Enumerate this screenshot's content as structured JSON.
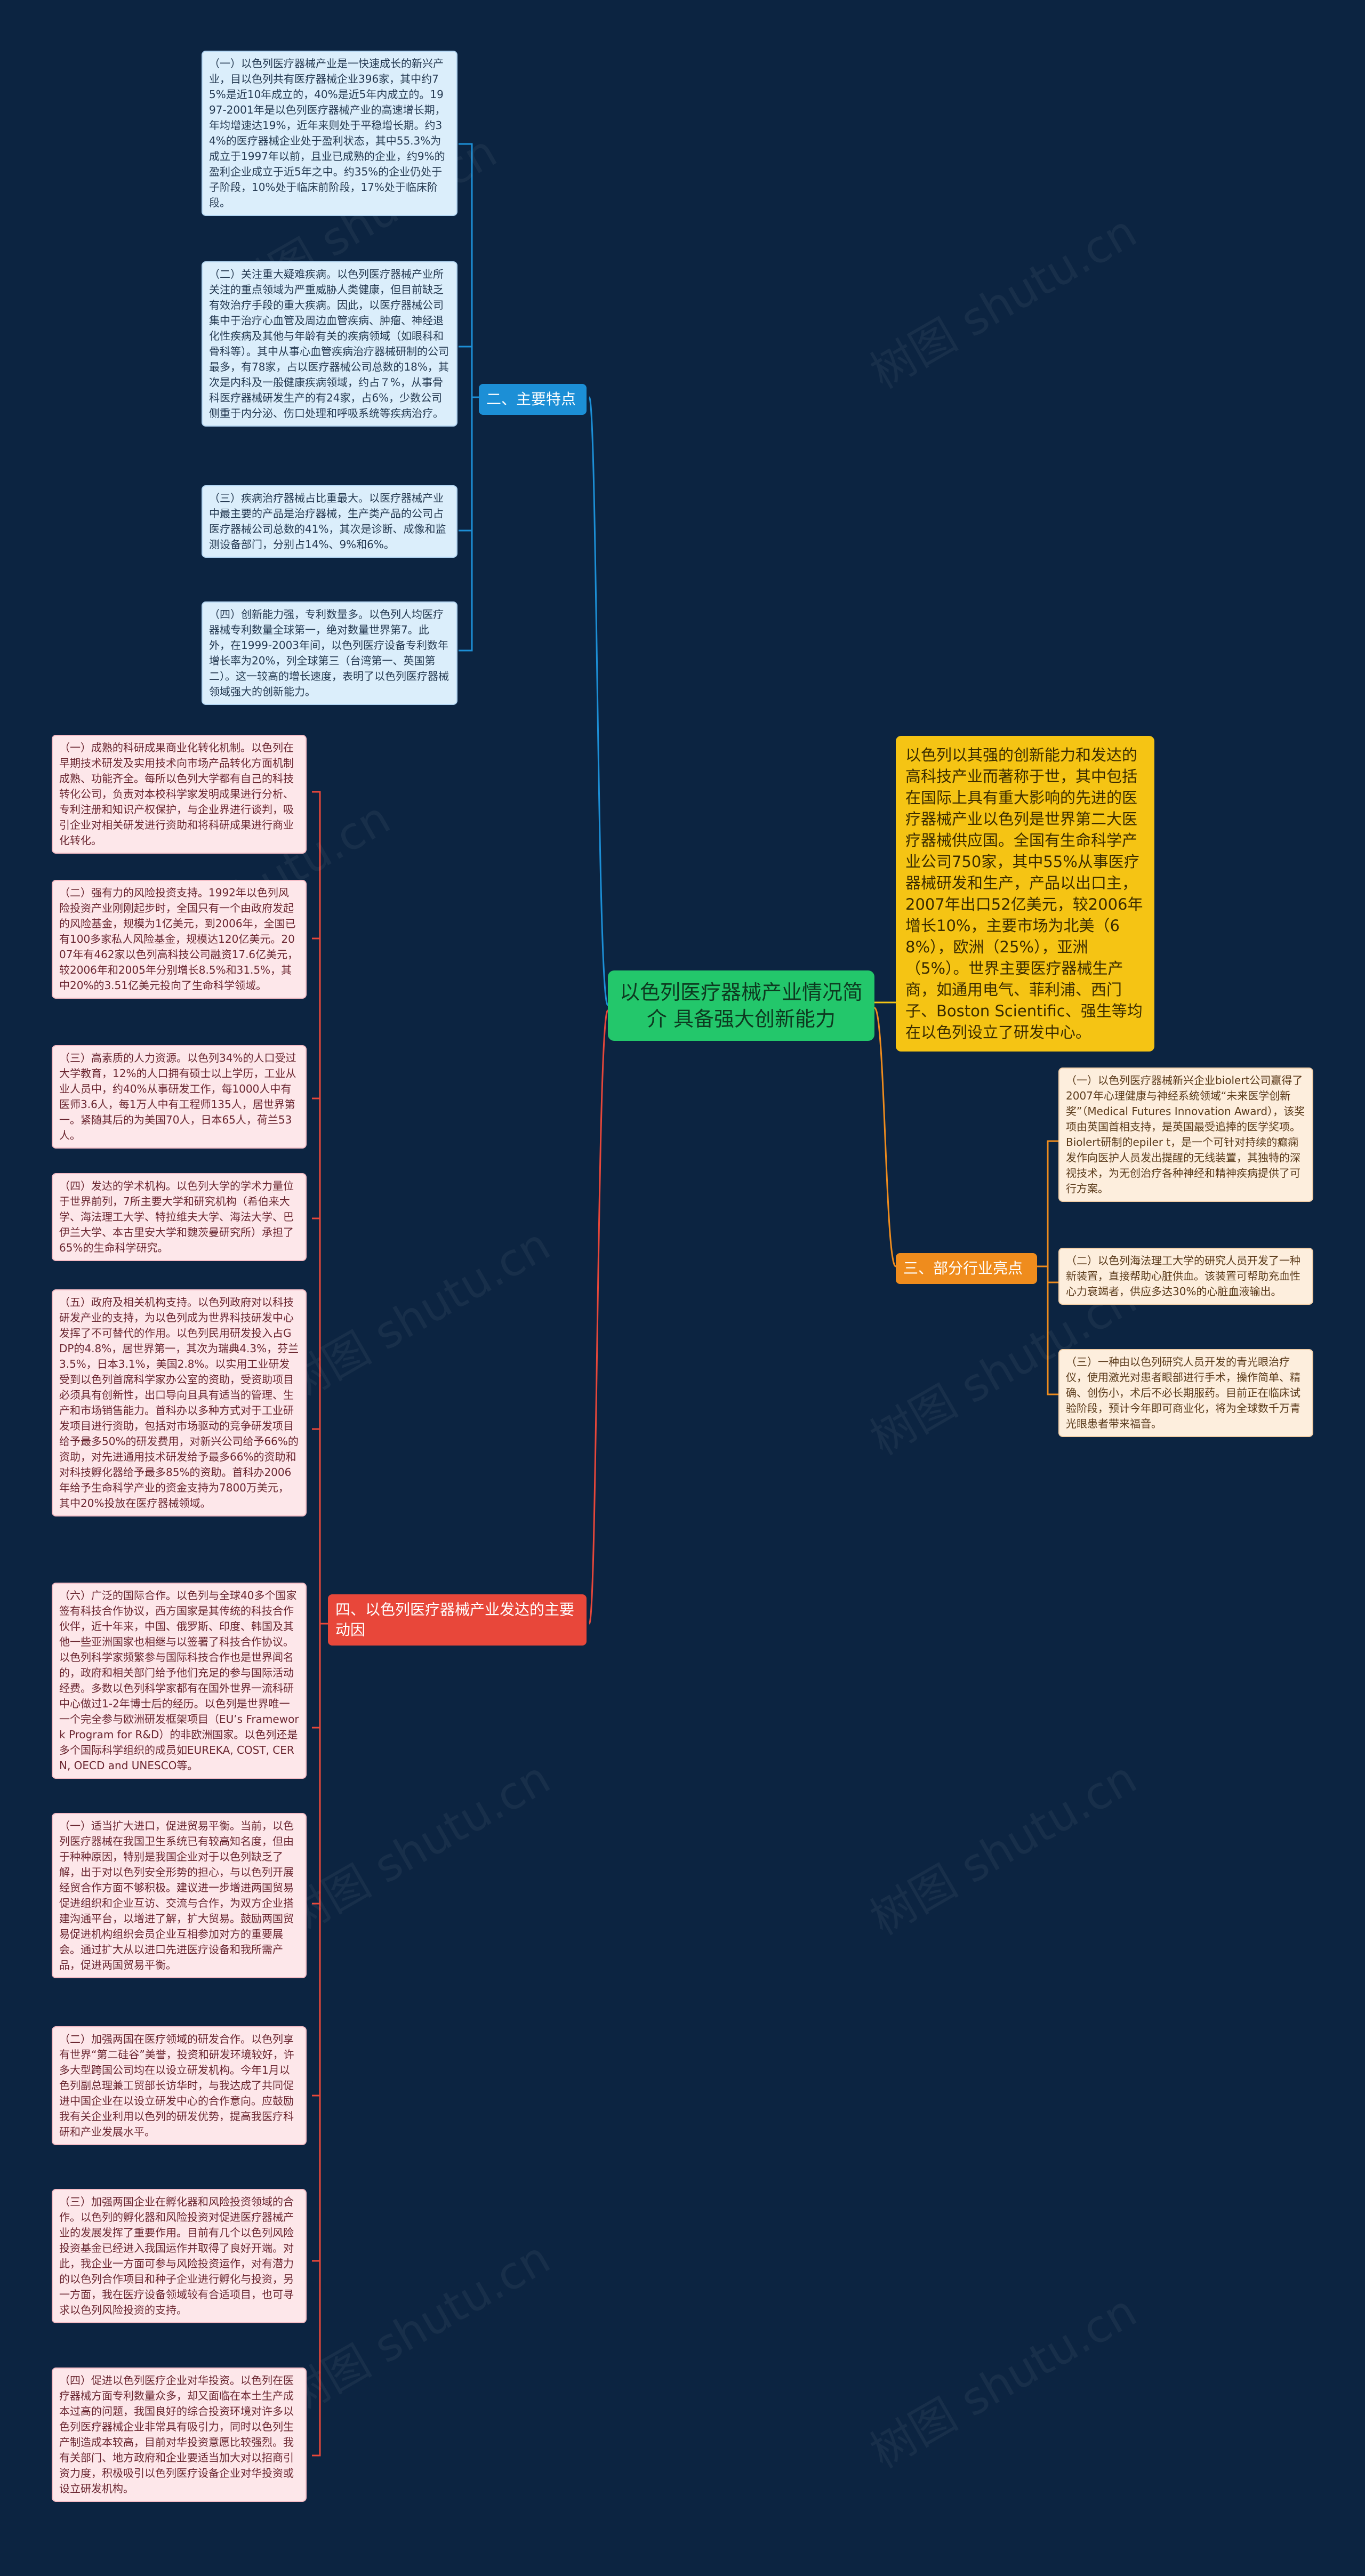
{
  "watermark": "树图 shutu.cn",
  "root": {
    "title": "以色列医疗器械产业情况简介 具备强大创新能力"
  },
  "summary": "以色列以其强的创新能力和发达的高科技产业而著称于世，其中包括在国际上具有重大影响的先进的医疗器械产业以色列是世界第二大医疗器械供应国。全国有生命科学产业公司750家，其中55%从事医疗器械研发和生产，产品以出口主，2007年出口52亿美元，较2006年增长10%，主要市场为北美（68%），欧洲（25%），亚洲（5%）。世界主要医疗器械生产商，如通用电气、菲利浦、西门子、Boston Scientific、强生等均在以色列设立了研发中心。",
  "branches": {
    "features": {
      "label": "二、主要特点",
      "items": [
        "（一）以色列医疗器械产业是一快速成长的新兴产业，目以色列共有医疗器械企业396家，其中约75%是近10年成立的，40%是近5年内成立的。1997-2001年是以色列医疗器械产业的高速增长期，年均增速达19%，近年来则处于平稳增长期。约34%的医疗器械企业处于盈利状态，其中55.3%为成立于1997年以前，且业已成熟的企业，约9%的盈利企业成立于近5年之中。约35%的企业仍处于子阶段，10%处于临床前阶段，17%处于临床阶段。",
        "（二）关注重大疑难疾病。以色列医疗器械产业所关注的重点领域为严重威胁人类健康，但目前缺乏有效治疗手段的重大疾病。因此，以医疗器械公司集中于治疗心血管及周边血管疾病、肿瘤、神经退化性疾病及其他与年龄有关的疾病领域（如眼科和骨科等）。其中从事心血管疾病治疗器械研制的公司最多，有78家，占以医疗器械公司总数的18%，其次是内科及一般健康疾病领域，约占７%，从事骨科医疗器械研发生产的有24家，占6%，少数公司侧重于内分泌、伤口处理和呼吸系统等疾病治疗。",
        "（三）疾病治疗器械占比重最大。以医疗器械产业中最主要的产品是治疗器械，生产类产品的公司占医疗器械公司总数的41%，其次是诊断、成像和监测设备部门，分别占14%、9%和6%。",
        "（四）创新能力强，专利数量多。以色列人均医疗器械专利数量全球第一，绝对数量世界第7。此外，在1999-2003年间，以色列医疗设备专利数年增长率为20%，列全球第三（台湾第一、英国第二）。这一较高的增长速度，表明了以色列医疗器械领域强大的创新能力。"
      ]
    },
    "trends": {
      "label": "四、以色列医疗器械产业发达的主要动因",
      "items": [
        "（一）成熟的科研成果商业化转化机制。以色列在早期技术研发及实用技术向市场产品转化方面机制成熟、功能齐全。每所以色列大学都有自己的科技转化公司，负责对本校科学家发明成果进行分析、专利注册和知识产权保护，与企业界进行谈判，吸引企业对相关研发进行资助和将科研成果进行商业化转化。",
        "（二）强有力的风险投资支持。1992年以色列风险投资产业刚刚起步时，全国只有一个由政府发起的风险基金，规模为1亿美元，到2006年，全国已有100多家私人风险基金，规模达120亿美元。2007年有462家以色列高科技公司融资17.6亿美元，较2006年和2005年分别增长8.5%和31.5%，其中20%的3.51亿美元投向了生命科学领域。",
        "（三）高素质的人力资源。以色列34%的人口受过大学教育，12%的人口拥有硕士以上学历，工业从业人员中，约40%从事研发工作，每1000人中有医师3.6人，每1万人中有工程师135人，居世界第一。紧随其后的为美国70人，日本65人，荷兰53人。",
        "（四）发达的学术机构。以色列大学的学术力量位于世界前列，7所主要大学和研究机构（希伯来大学、海法理工大学、特拉维夫大学、海法大学、巴伊兰大学、本古里安大学和魏茨曼研究所）承担了65%的生命科学研究。",
        "（五）政府及相关机构支持。以色列政府对以科技研发产业的支持，为以色列成为世界科技研发中心发挥了不可替代的作用。以色列民用研发投入占GDP的4.8%，居世界第一，其次为瑞典4.3%，芬兰3.5%，日本3.1%，美国2.8%。以实用工业研发受到以色列首席科学家办公室的资助，受资助项目必须具有创新性，出口导向且具有适当的管理、生产和市场销售能力。首科办以多种方式对于工业研发项目进行资助，包括对市场驱动的竞争研发项目给予最多50%的研发费用，对新兴公司给予66%的资助，对先进通用技术研发给予最多66%的资助和对科技孵化器给予最多85%的资助。首科办2006年给予生命科学产业的资金支持为7800万美元，其中20%投放在医疗器械领域。",
        "（六）广泛的国际合作。以色列与全球40多个国家签有科技合作协议，西方国家是其传统的科技合作伙伴，近十年来，中国、俄罗斯、印度、韩国及其他一些亚洲国家也相继与以签署了科技合作协议。以色列科学家频繁参与国际科技合作也是世界闻名的，政府和相关部门给予他们充足的参与国际活动经费。多数以色列科学家都有在国外世界一流科研中心做过1-2年博士后的经历。以色列是世界唯一一个完全参与欧洲研发框架项目（EU’s Framework Program for R&D）的非欧洲国家。以色列还是多个国际科学组织的成员如EUREKA, COST, CERN, OECD and UNESCO等。",
        "（一）适当扩大进口，促进贸易平衡。当前，以色列医疗器械在我国卫生系统已有较高知名度，但由于种种原因，特别是我国企业对于以色列缺乏了解，出于对以色列安全形势的担心，与以色列开展经贸合作方面不够积极。建议进一步增进两国贸易促进组织和企业互访、交流与合作，为双方企业搭建沟通平台，以增进了解，扩大贸易。鼓励两国贸易促进机构组织会员企业互相参加对方的重要展会。通过扩大从以进口先进医疗设备和我所需产品，促进两国贸易平衡。",
        "（二）加强两国在医疗领域的研发合作。以色列享有世界“第二硅谷”美誉，投资和研发环境较好，许多大型跨国公司均在以设立研发机构。今年1月以色列副总理兼工贸部长访华时，与我达成了共同促进中国企业在以设立研发中心的合作意向。应鼓励我有关企业利用以色列的研发优势，提高我医疗科研和产业发展水平。",
        "（三）加强两国企业在孵化器和风险投资领域的合作。以色列的孵化器和风险投资对促进医疗器械产业的发展发挥了重要作用。目前有几个以色列风险投资基金已经进入我国运作并取得了良好开端。对此，我企业一方面可参与风险投资运作，对有潜力的以色列合作项目和种子企业进行孵化与投资，另一方面，我在医疗设备领域较有合适项目，也可寻求以色列风险投资的支持。",
        "（四）促进以色列医疗企业对华投资。以色列在医疗器械方面专利数量众多，却又面临在本土生产成本过高的问题，我国良好的综合投资环境对许多以色列医疗器械企业非常具有吸引力，同时以色列生产制造成本较高，目前对华投资意愿比较强烈。我有关部门、地方政府和企业要适当加大对以招商引资力度，积极吸引以色列医疗设备企业对华投资或设立研发机构。"
      ]
    },
    "highlights": {
      "label": "三、部分行业亮点",
      "items": [
        "（一）以色列医疗器械新兴企业biolert公司赢得了2007年心理健康与神经系统领域“未来医学创新奖”（Medical Futures Innovation Award），该奖项由英国首相支持，是英国最受追捧的医学奖项。Biolert研制的epiler t，是一个可针对持续的癫痫发作向医护人员发出提醒的无线装置，其独特的深视技术，为无创治疗各种神经和精神疾病提供了可行方案。",
        "（二）以色列海法理工大学的研究人员开发了一种新装置，直接帮助心脏供血。该装置可帮助充血性心力衰竭者，供应多达30%的心脏血液输出。",
        "（三）一种由以色列研究人员开发的青光眼治疗仪，使用激光对患者眼部进行手术，操作简单、精确、创伤小，术后不必长期服药。目前正在临床试验阶段，预计今年即可商业化，将为全球数千万青光眼患者带来福音。"
      ]
    }
  }
}
